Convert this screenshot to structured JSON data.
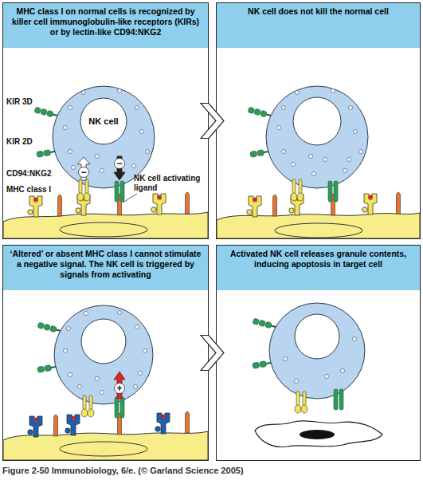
{
  "diagram": {
    "caption": "Figure 2-50 Immunobiology, 6/e. (© Garland Science 2005)",
    "nodes": [
      {
        "text": [
          "MHC class I on normal cells is recognized by killer cell immunoglobulin-like receptors (KIRs) or by lectin-like CD94:NKG2"
        ]
      },
      {
        "text": [
          "NK cell"
        ],
        "in": 0
      },
      {
        "text": [
          "NK cell does not kill the normal cell"
        ]
      },
      {
        "text": [
          "‘Altered’ or absent MHC class I cannot stimulate a negative signal. The NK cell is triggered by signals from activating"
        ]
      },
      {
        "text": [
          "Activated NK cell releases granule contents, inducing apoptosis in target cell"
        ]
      }
    ],
    "edges": [
      {
        "from": 0,
        "to": 2,
        "arrow": "to"
      },
      {
        "from": 3,
        "to": 4,
        "arrow": "to"
      }
    ],
    "labels": [
      "KIR 3D",
      "KIR 2D",
      "CD94:NKG2",
      "−",
      "−",
      "NK cell activating ligand",
      "MHC class I",
      "+"
    ]
  }
}
